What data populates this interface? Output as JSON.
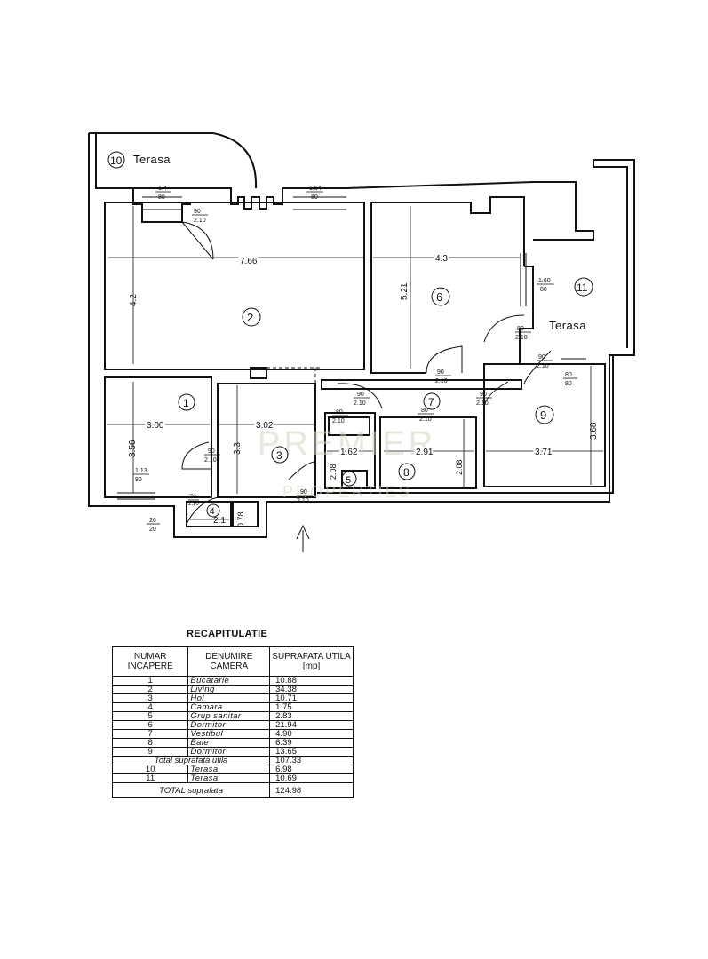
{
  "plan": {
    "rooms": [
      {
        "id": "1",
        "label": "1"
      },
      {
        "id": "2",
        "label": "2"
      },
      {
        "id": "3",
        "label": "3"
      },
      {
        "id": "4",
        "label": "4"
      },
      {
        "id": "5",
        "label": "5"
      },
      {
        "id": "6",
        "label": "6"
      },
      {
        "id": "7",
        "label": "7"
      },
      {
        "id": "8",
        "label": "8"
      },
      {
        "id": "9",
        "label": "9"
      },
      {
        "id": "10",
        "label": "10"
      },
      {
        "id": "11",
        "label": "11"
      }
    ],
    "terrace_labels": {
      "t10": "Terasa",
      "t11": "Terasa"
    },
    "dimensions": {
      "d_766": "7.66",
      "d_42": "4.2",
      "d_43": "4.3",
      "d_521": "5.21",
      "d_300": "3.00",
      "d_356": "3.56",
      "d_302": "3.02",
      "d_33": "3.3",
      "d_162": "1.62",
      "d_208a": "2.08",
      "d_291": "2.91",
      "d_208b": "2.08",
      "d_371": "3.71",
      "d_368": "3.68",
      "d_21": "2.1",
      "d_078": "0.78"
    },
    "openings": {
      "w1_top": "1.4",
      "w1_bot": "80",
      "w2_top": "1.54",
      "w2_bot": "80",
      "door_living_top": "90",
      "door_living_bot": "2.10",
      "w_room6_top": "1.60",
      "w_room6_bot": "80",
      "door_t11_top": "80",
      "door_t11_bot": "2.10",
      "door_room6_top": "90",
      "door_room6_bot": "2.10",
      "door_r9a_top": "90",
      "door_r9a_bot": "2.10",
      "w_r9_top": "80",
      "w_r9_bot": "80",
      "door_hol_top": "90",
      "door_hol_bot": "2.10",
      "door_r7_top": "90",
      "door_r7_bot": "2.10",
      "door_r5_top": "80",
      "door_r5_bot": "2.10",
      "door_r8_top": "80",
      "door_r8_bot": "2.10",
      "door_r1_top": "90",
      "door_r1_bot": "2.10",
      "w_r1_top": "1.13",
      "w_r1_bot": "80",
      "door_entry_top": "90",
      "door_entry_bot": "2.10",
      "door_r4_top": "70",
      "door_r4_bot": "2.10",
      "vent_top": "26",
      "vent_bot": "20"
    },
    "watermark": {
      "line1": "PREMIER",
      "line2": "PROPERTIES"
    }
  },
  "recap": {
    "title": "RECAPITULATIE",
    "headers": {
      "num": "NUMAR INCAPERE",
      "name": "DENUMIRE CAMERA",
      "area": "SUPRAFATA UTILA [mp]"
    },
    "rows": [
      {
        "num": "1",
        "name": "Bucatarie",
        "area": "10.88"
      },
      {
        "num": "2",
        "name": "Living",
        "area": "34.38"
      },
      {
        "num": "3",
        "name": "Hol",
        "area": "10.71"
      },
      {
        "num": "4",
        "name": "Camara",
        "area": "1.75"
      },
      {
        "num": "5",
        "name": "Grup sanitar",
        "area": "2.83"
      },
      {
        "num": "6",
        "name": "Dormitor",
        "area": "21.94"
      },
      {
        "num": "7",
        "name": "Vestibul",
        "area": "4.90"
      },
      {
        "num": "8",
        "name": "Baie",
        "area": "6.39"
      },
      {
        "num": "9",
        "name": "Dormitor",
        "area": "13.65"
      }
    ],
    "subtotal": {
      "label": "Total suprafata utila",
      "area": "107.33"
    },
    "terrace_rows": [
      {
        "num": "10",
        "name": "Terasa",
        "area": "6.98"
      },
      {
        "num": "11",
        "name": "Terasa",
        "area": "10.69"
      }
    ],
    "total": {
      "label": "TOTAL suprafata",
      "area": "124.98"
    }
  }
}
